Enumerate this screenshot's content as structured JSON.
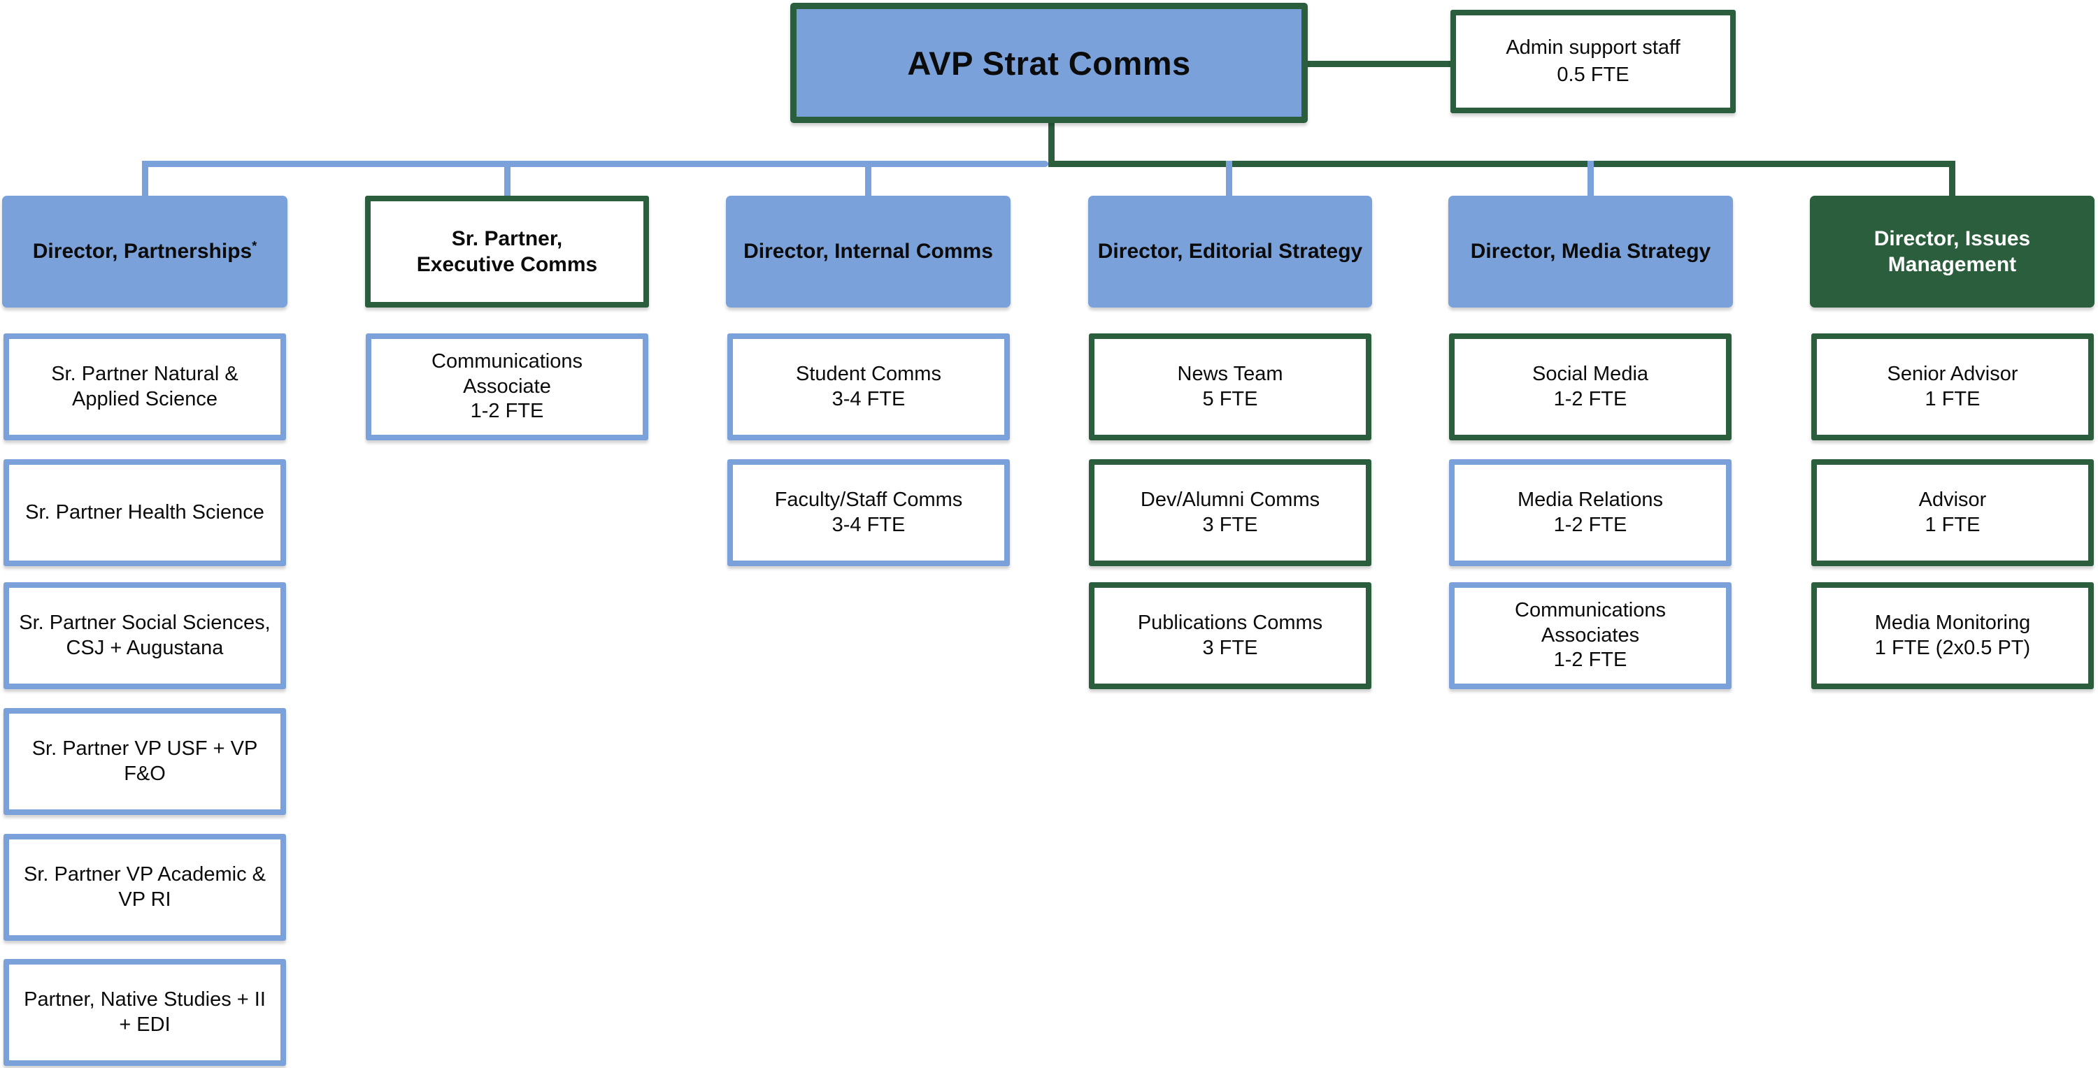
{
  "palette": {
    "blue": "#7AA1DA",
    "green": "#2B5E3D",
    "background": "#FFFFFF",
    "text_dark": "#0B0B0B",
    "text_light": "#FFFFFF"
  },
  "root": {
    "label": "AVP Strat Comms",
    "accent": "blue-fill-green-border"
  },
  "admin_box": {
    "label": "Admin support staff\n0.5 FTE",
    "accent": "green-border"
  },
  "columns": [
    {
      "director": {
        "label": "Director, Partnerships",
        "sup": "*",
        "accent": "blue-fill"
      },
      "children": [
        {
          "label": "Sr. Partner Natural &\nApplied Science",
          "accent": "blue-border"
        },
        {
          "label": "Sr. Partner Health Science",
          "accent": "blue-border"
        },
        {
          "label": "Sr. Partner Social Sciences,\nCSJ + Augustana",
          "accent": "blue-border"
        },
        {
          "label": "Sr. Partner VP USF + VP\nF&O",
          "accent": "blue-border"
        },
        {
          "label": "Sr. Partner VP Academic &\nVP RI",
          "accent": "blue-border"
        },
        {
          "label": "Partner, Native Studies + II\n+ EDI",
          "accent": "blue-border"
        }
      ]
    },
    {
      "director": {
        "label": "Sr. Partner,\nExecutive Comms",
        "accent": "green-border"
      },
      "children": [
        {
          "label": "Communications\nAssociate\n1-2 FTE",
          "accent": "blue-border"
        }
      ]
    },
    {
      "director": {
        "label": "Director, Internal Comms",
        "accent": "blue-fill"
      },
      "children": [
        {
          "label": "Student Comms\n3-4 FTE",
          "accent": "blue-border"
        },
        {
          "label": "Faculty/Staff Comms\n3-4 FTE",
          "accent": "blue-border"
        }
      ]
    },
    {
      "director": {
        "label": "Director, Editorial Strategy",
        "accent": "blue-fill"
      },
      "children": [
        {
          "label": "News Team\n5 FTE",
          "accent": "green-border"
        },
        {
          "label": "Dev/Alumni Comms\n3 FTE",
          "accent": "green-border"
        },
        {
          "label": "Publications Comms\n3 FTE",
          "accent": "green-border"
        }
      ]
    },
    {
      "director": {
        "label": "Director, Media Strategy",
        "accent": "blue-fill"
      },
      "children": [
        {
          "label": "Social Media\n1-2 FTE",
          "accent": "green-border"
        },
        {
          "label": "Media Relations\n1-2 FTE",
          "accent": "blue-border"
        },
        {
          "label": "Communications\nAssociates\n1-2 FTE",
          "accent": "blue-border"
        }
      ]
    },
    {
      "director": {
        "label": "Director, Issues\nManagement",
        "accent": "green-fill"
      },
      "children": [
        {
          "label": "Senior Advisor\n1 FTE",
          "accent": "green-border"
        },
        {
          "label": "Advisor\n1 FTE",
          "accent": "green-border"
        },
        {
          "label": "Media Monitoring\n1 FTE (2x0.5 PT)",
          "accent": "green-border"
        }
      ]
    }
  ]
}
